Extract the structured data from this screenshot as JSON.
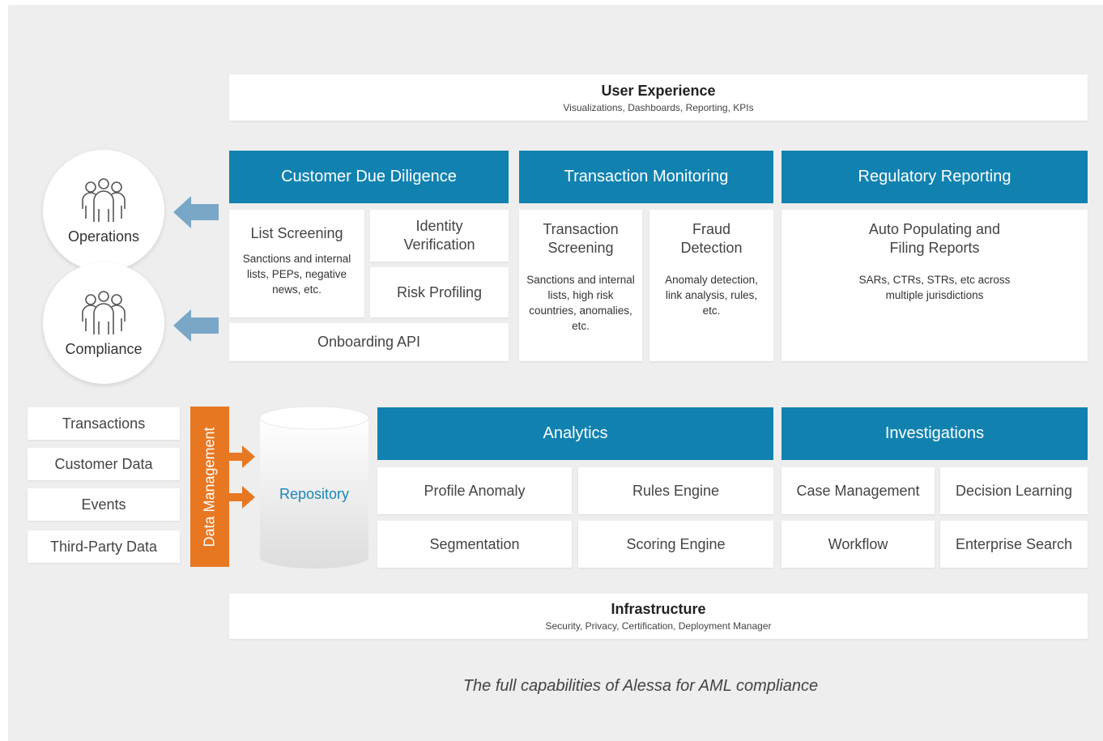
{
  "user_experience": {
    "title": "User Experience",
    "subtitle": "Visualizations, Dashboards, Reporting, KPIs"
  },
  "customer_due_diligence": {
    "header": "Customer Due Diligence",
    "list_screening": {
      "title": "List Screening",
      "desc": "Sanctions and internal lists, PEPs, negative news, etc."
    },
    "identity_verification": "Identity Verification",
    "risk_profiling": "Risk Profiling",
    "onboarding_api": "Onboarding API"
  },
  "transaction_monitoring": {
    "header": "Transaction Monitoring",
    "transaction_screening": {
      "title": "Transaction Screening",
      "desc": "Sanctions and internal lists, high risk countries, anomalies, etc."
    },
    "fraud_detection": {
      "title": "Fraud Detection",
      "desc": "Anomaly detection, link analysis, rules, etc."
    }
  },
  "regulatory_reporting": {
    "header": "Regulatory Reporting",
    "title": "Auto Populating and Filing Reports",
    "desc": "SARs, CTRs, STRs, etc across multiple jurisdictions"
  },
  "roles": {
    "operations": "Operations",
    "compliance": "Compliance"
  },
  "data_sources": [
    "Transactions",
    "Customer Data",
    "Events",
    "Third-Party Data"
  ],
  "data_management": "Data Management",
  "repository": "Repository",
  "analytics": {
    "header": "Analytics",
    "items": [
      "Profile Anomaly",
      "Rules Engine",
      "Segmentation",
      "Scoring Engine"
    ]
  },
  "investigations": {
    "header": "Investigations",
    "items": [
      "Case Management",
      "Decision Learning",
      "Workflow",
      "Enterprise Search"
    ]
  },
  "infrastructure": {
    "title": "Infrastructure",
    "subtitle": "Security, Privacy, Certification, Deployment Manager"
  },
  "caption": "The full capabilities of Alessa for AML compliance",
  "colors": {
    "header_blue": "#1182b0",
    "arrow_blue": "#7aa7c7",
    "orange": "#e87722",
    "repository_text": "#1a86b8"
  }
}
